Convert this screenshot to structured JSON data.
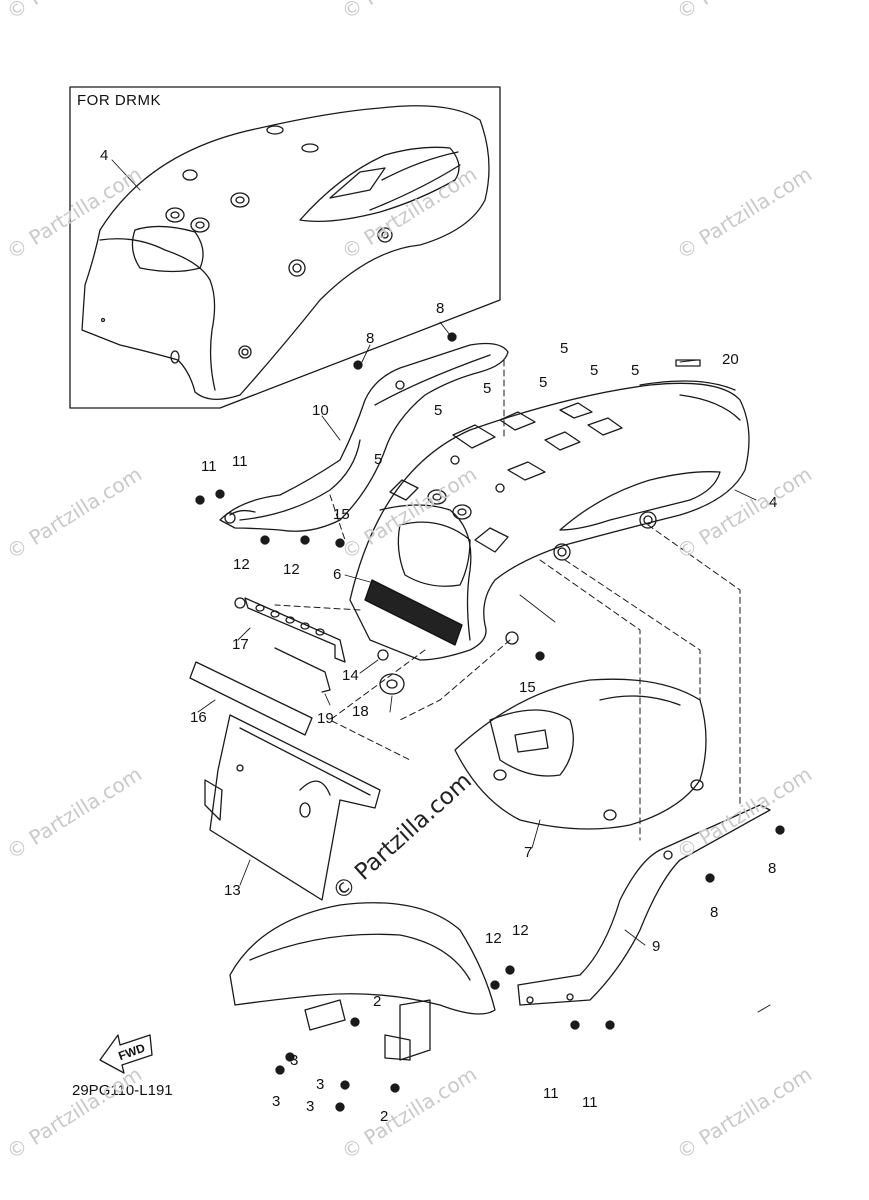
{
  "inset": {
    "title": "FOR DRMK"
  },
  "diagram_code": "29PG110-L191",
  "fwd_label": "FWD",
  "watermark": "© Partzilla.com",
  "callouts": [
    "4",
    "8",
    "8",
    "10",
    "11",
    "11",
    "12",
    "12",
    "15",
    "6",
    "17",
    "14",
    "18",
    "16",
    "19",
    "13",
    "5",
    "5",
    "5",
    "5",
    "5",
    "5",
    "5",
    "20",
    "4",
    "15",
    "7",
    "8",
    "8",
    "9",
    "12",
    "12",
    "11",
    "11",
    "2",
    "2",
    "3",
    "3",
    "3",
    "3"
  ]
}
